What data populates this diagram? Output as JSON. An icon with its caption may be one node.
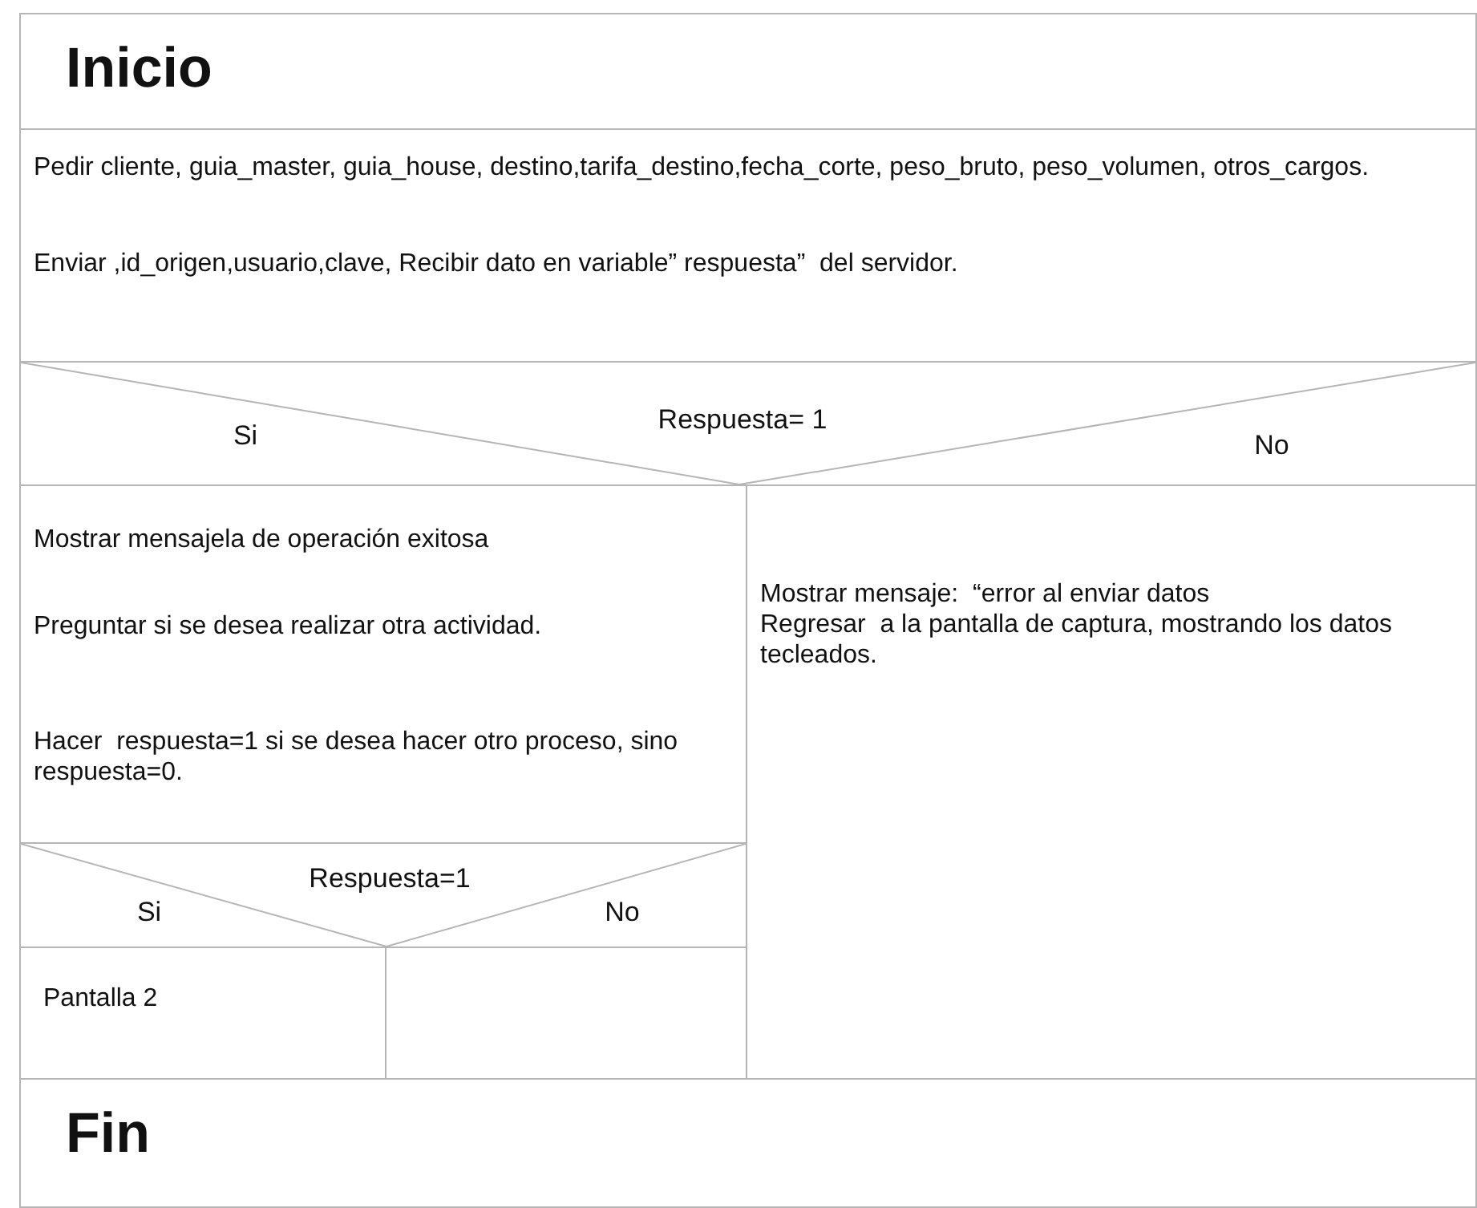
{
  "diagram": {
    "nodes": [
      {
        "text": [
          "Inicio"
        ]
      },
      {
        "text": [
          "Pedir cliente, guia_master, guia_house, destino,tarifa_destino,fecha_corte, peso_bruto, peso_volumen, otros_cargos.",
          "Enviar ,id_origen,usuario,clave, Recibir dato en variable” respuesta”  del servidor."
        ]
      },
      {
        "text": [
          "Respuesta= 1",
          "Si",
          "No"
        ]
      },
      {
        "text": [
          "Mostrar mensajela de operación exitosa",
          "Preguntar si se desea realizar otra actividad.",
          "Hacer  respuesta=1 si se desea hacer otro proceso, sino respuesta=0."
        ]
      },
      {
        "text": [
          "Mostrar mensaje:  “error al enviar datos",
          "Regresar  a la pantalla de captura, mostrando los datos tecleados."
        ]
      },
      {
        "text": [
          "Respuesta=1",
          "Si",
          "No"
        ]
      },
      {
        "text": [
          "Pantalla 2"
        ]
      },
      {
        "text": [
          "Fin"
        ]
      }
    ]
  }
}
